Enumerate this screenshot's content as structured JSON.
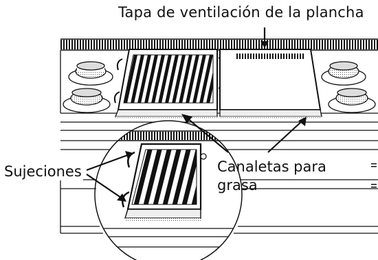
{
  "labels": {
    "vent_cover": "Tapa de ventilación de la plancha",
    "holders": "Sujeciones",
    "grease_channels_line1": "Canaletas para",
    "grease_channels_line2": "grasa"
  },
  "colors": {
    "ink": "#111111",
    "background": "#ffffff"
  },
  "icons": [
    "burner-icon",
    "grate-icon",
    "griddle-icon",
    "magnifier-circle"
  ]
}
